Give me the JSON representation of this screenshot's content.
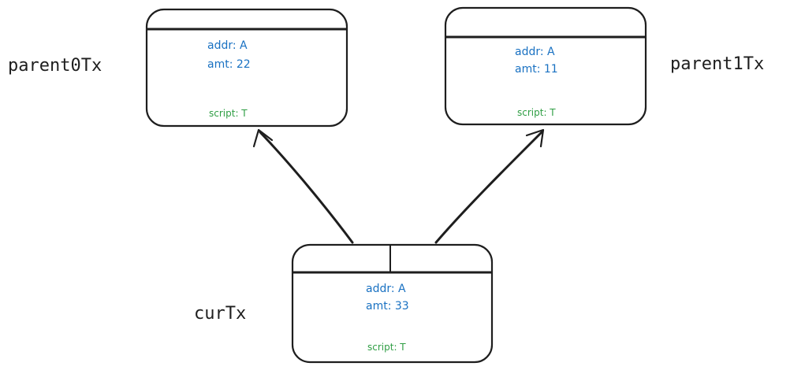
{
  "parent0": {
    "label": "parent0Tx",
    "addr": "addr: A",
    "amt": "amt: 22",
    "script": "script: T"
  },
  "parent1": {
    "label": "parent1Tx",
    "addr": "addr: A",
    "amt": "amt: 11",
    "script": "script: T"
  },
  "cur": {
    "label": "curTx",
    "addr": "addr: A",
    "amt": "amt: 33",
    "script": "script: T"
  }
}
